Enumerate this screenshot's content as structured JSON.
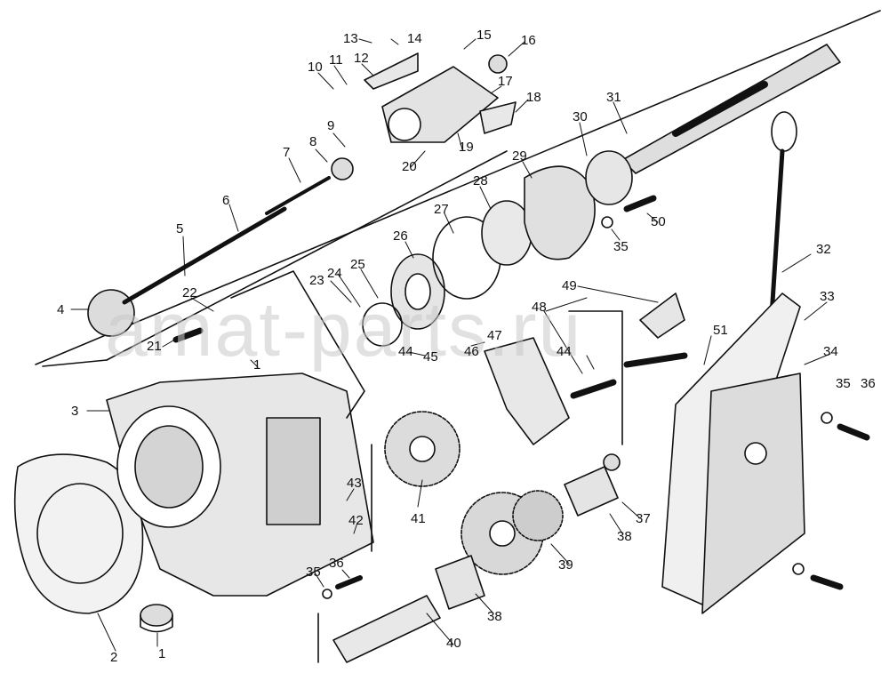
{
  "watermark": "amat-parts.ru",
  "labels": [
    "1",
    "1",
    "2",
    "3",
    "4",
    "5",
    "6",
    "7",
    "8",
    "9",
    "10",
    "11",
    "12",
    "13",
    "14",
    "15",
    "16",
    "17",
    "18",
    "19",
    "20",
    "21",
    "22",
    "23",
    "24",
    "25",
    "26",
    "27",
    "28",
    "29",
    "30",
    "31",
    "32",
    "33",
    "34",
    "35",
    "35",
    "35",
    "36",
    "36",
    "37",
    "38",
    "38",
    "39",
    "40",
    "41",
    "42",
    "43",
    "44",
    "44",
    "45",
    "46",
    "47",
    "48",
    "49",
    "50",
    "51"
  ]
}
